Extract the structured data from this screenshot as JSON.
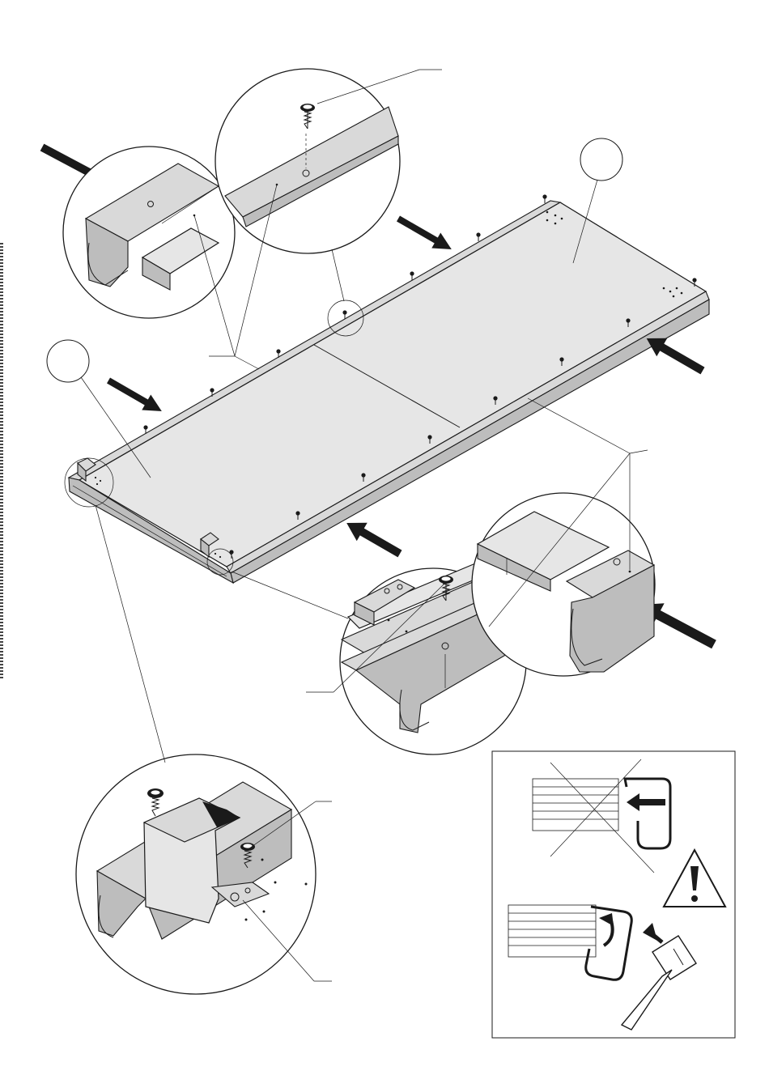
{
  "document": {
    "type": "assembly-instruction-step",
    "text_labels": []
  },
  "figure": {
    "panels": [
      "panel-left",
      "panel-right"
    ],
    "rails": [
      "rail-front",
      "rail-back"
    ],
    "screw_count": 18,
    "insertion_arrows": 6,
    "detail_lenses": [
      "detail-rail-end",
      "detail-screw-rail",
      "detail-corner-bracket",
      "detail-front-screw",
      "detail-rail-slide"
    ]
  },
  "inset": {
    "warning_symbol": "warning-triangle-icon",
    "wrong_method_icon": "cross-out-icon",
    "tool_icon": "mallet-icon"
  },
  "colors": {
    "line": "#1a1a1a",
    "panel_fill": "#e6e6e6",
    "rail_fill": "#bdbdbd",
    "background": "#ffffff"
  }
}
